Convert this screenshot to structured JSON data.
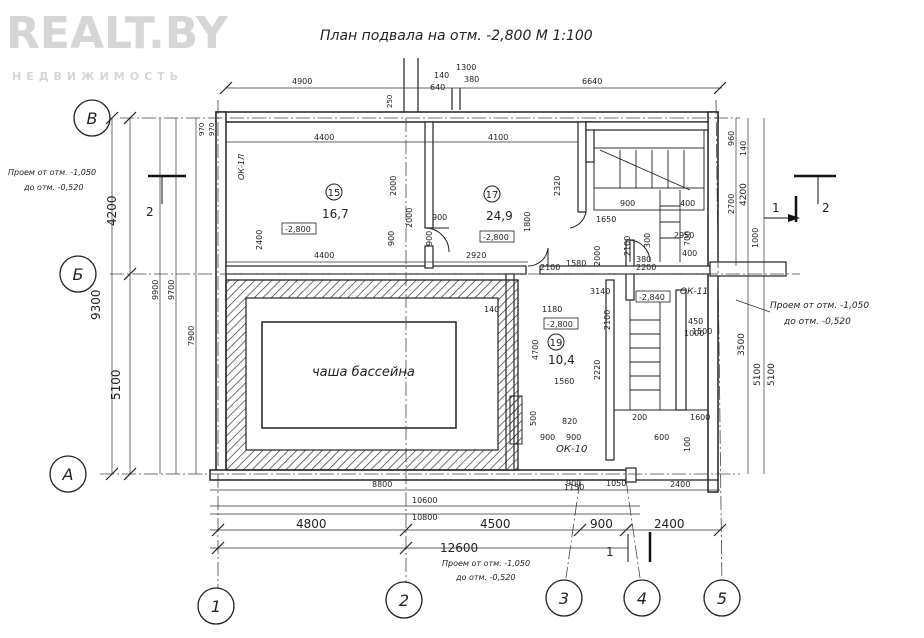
{
  "title": "План подвала на отм. -2,800 М 1:100",
  "watermark": {
    "brand": "REALT.BY",
    "tagline": "НЕДВИЖИМОСТЬ"
  },
  "axes": {
    "row_B": "В",
    "row_Bb": "Б",
    "row_A": "А",
    "col_1": "1",
    "col_2": "2",
    "col_3": "3",
    "col_4": "4",
    "col_5": "5"
  },
  "rooms": {
    "r15": {
      "num": "15",
      "area": "16,7",
      "level": "-2,800"
    },
    "r17": {
      "num": "17",
      "area": "24,9",
      "level": "-2,800"
    },
    "r19": {
      "num": "19",
      "area": "10,4",
      "level": "-2,800"
    },
    "stair_level": "-2,840",
    "pool": "чаша бассейна"
  },
  "openings": {
    "ok1_text": "Проем от отм. -1,050\nдо отм. -0,520",
    "left_text": "Проем от отм. -1,050\nдо отм. -0,520",
    "bottom_text": "Проем от отм. -1,050\nдо отм. -0,520",
    "ok10": "ОК-10",
    "ok11": "ОК-11",
    "ok1l": "ОК-1Л"
  },
  "section_marks": {
    "s1": "1",
    "s2": "2"
  },
  "dims": {
    "top": [
      "4900",
      "140",
      "1300",
      "6640",
      "640",
      "380"
    ],
    "inner_top": [
      "4400",
      "4100"
    ],
    "inner_mid": [
      "4400",
      "2920"
    ],
    "bottom_row1": [
      "8800",
      "2400"
    ],
    "bottom_row2": "10600",
    "bottom_row3": "10800",
    "bottom_row4": [
      "4800",
      "4500",
      "900",
      "2400"
    ],
    "bottom_row5": "12600",
    "left": [
      "4200",
      "9300",
      "5100",
      "9900",
      "9700",
      "7900",
      "970",
      "970",
      "250"
    ],
    "right": [
      "4200",
      "5100",
      "5100",
      "3500",
      "2700",
      "960",
      "140"
    ],
    "misc": [
      "2400",
      "2000",
      "2000",
      "900",
      "900",
      "900",
      "1800",
      "1580",
      "2000",
      "900",
      "400",
      "1650",
      "300",
      "2950",
      "700",
      "400",
      "1000",
      "380",
      "140",
      "1180",
      "3140",
      "4700",
      "2220",
      "1560",
      "500",
      "820",
      "900",
      "900",
      "900",
      "1050",
      "1150",
      "200",
      "1600",
      "600",
      "100",
      "450",
      "1000",
      "1500",
      "2100",
      "2100",
      "2100",
      "2200",
      "2320"
    ]
  }
}
